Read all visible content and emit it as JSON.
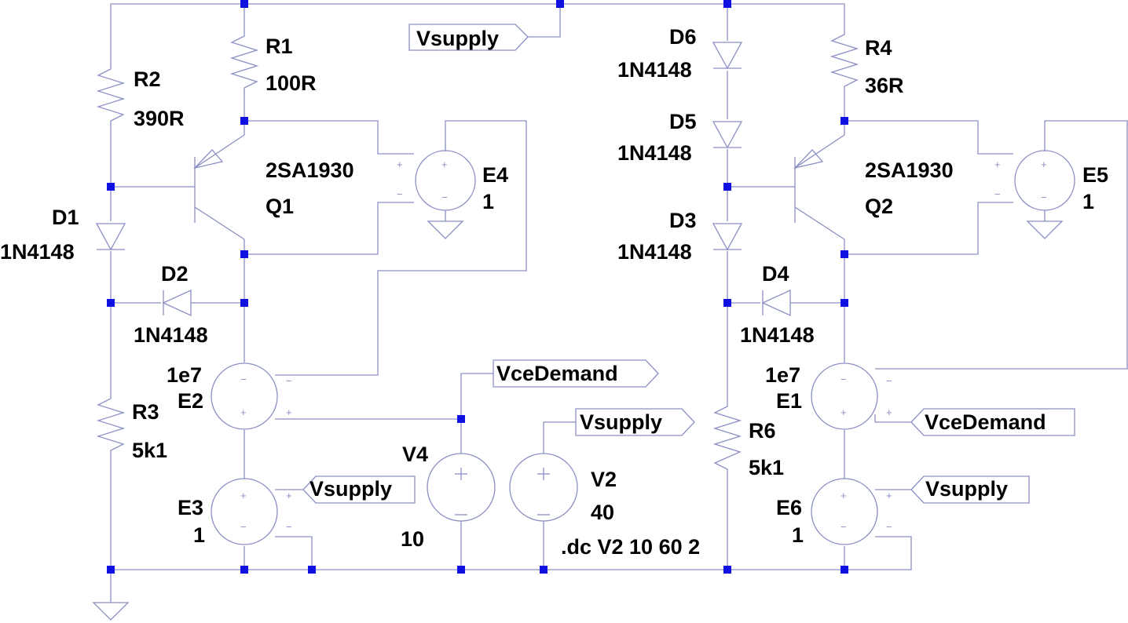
{
  "nets": {
    "vsupply": "Vsupply",
    "vce_demand": "VceDemand"
  },
  "components": {
    "R1": {
      "name": "R1",
      "value": "100R"
    },
    "R2": {
      "name": "R2",
      "value": "390R"
    },
    "R3": {
      "name": "R3",
      "value": "5k1"
    },
    "R4": {
      "name": "R4",
      "value": "36R"
    },
    "R6": {
      "name": "R6",
      "value": "5k1"
    },
    "D1": {
      "name": "D1",
      "value": "1N4148"
    },
    "D2": {
      "name": "D2",
      "value": "1N4148"
    },
    "D3": {
      "name": "D3",
      "value": "1N4148"
    },
    "D4": {
      "name": "D4",
      "value": "1N4148"
    },
    "D5": {
      "name": "D5",
      "value": "1N4148"
    },
    "D6": {
      "name": "D6",
      "value": "1N4148"
    },
    "Q1": {
      "name": "Q1",
      "value": "2SA1930"
    },
    "Q2": {
      "name": "Q2",
      "value": "2SA1930"
    },
    "E1": {
      "name": "E1",
      "value": "1e7"
    },
    "E2": {
      "name": "E2",
      "value": "1e7"
    },
    "E3": {
      "name": "E3",
      "value": "1"
    },
    "E4": {
      "name": "E4",
      "value": "1"
    },
    "E5": {
      "name": "E5",
      "value": "1"
    },
    "E6": {
      "name": "E6",
      "value": "1"
    },
    "V2": {
      "name": "V2",
      "value": "40"
    },
    "V4": {
      "name": "V4",
      "value": "10"
    }
  },
  "directive": ".dc V2 10 60 2",
  "signs": {
    "plus": "+",
    "minus": "−"
  },
  "colors": {
    "wire": "#8a8fc4",
    "junction": "#1010e0",
    "text": "#000000"
  }
}
